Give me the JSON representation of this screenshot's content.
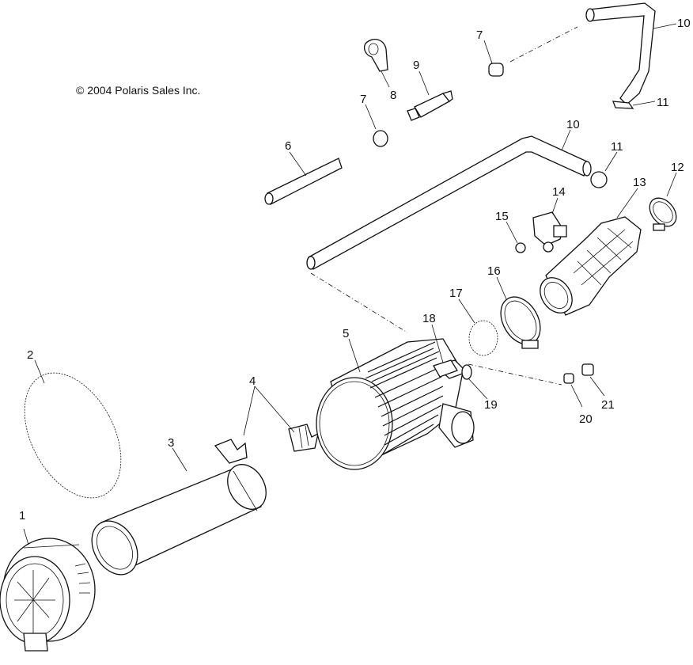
{
  "copyright": "© 2004 Polaris Sales Inc.",
  "callouts": [
    {
      "id": "c1",
      "label": "1"
    },
    {
      "id": "c2",
      "label": "2"
    },
    {
      "id": "c3",
      "label": "3"
    },
    {
      "id": "c4",
      "label": "4"
    },
    {
      "id": "c5",
      "label": "5"
    },
    {
      "id": "c6",
      "label": "6"
    },
    {
      "id": "c7a",
      "label": "7"
    },
    {
      "id": "c7b",
      "label": "7"
    },
    {
      "id": "c8",
      "label": "8"
    },
    {
      "id": "c9",
      "label": "9"
    },
    {
      "id": "c10a",
      "label": "10"
    },
    {
      "id": "c10b",
      "label": "10"
    },
    {
      "id": "c11a",
      "label": "11"
    },
    {
      "id": "c11b",
      "label": "11"
    },
    {
      "id": "c12",
      "label": "12"
    },
    {
      "id": "c13",
      "label": "13"
    },
    {
      "id": "c14",
      "label": "14"
    },
    {
      "id": "c15",
      "label": "15"
    },
    {
      "id": "c16",
      "label": "16"
    },
    {
      "id": "c17",
      "label": "17"
    },
    {
      "id": "c18",
      "label": "18"
    },
    {
      "id": "c19",
      "label": "19"
    },
    {
      "id": "c20",
      "label": "20"
    },
    {
      "id": "c21",
      "label": "21"
    }
  ]
}
